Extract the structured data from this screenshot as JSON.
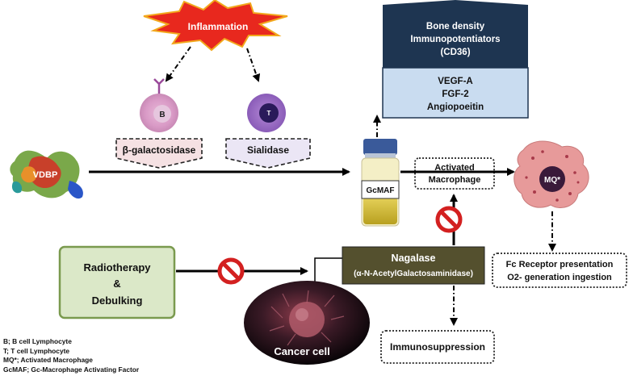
{
  "inflammation": {
    "label": "Inflammation"
  },
  "cells": {
    "b_cell": {
      "letter": "B",
      "enzyme": "β-galactosidase"
    },
    "t_cell": {
      "letter": "T",
      "enzyme": "Sialidase"
    }
  },
  "vdbp": {
    "label": "VDBP"
  },
  "gcmaf": {
    "label": "GcMAF"
  },
  "effects_box": {
    "top_lines": [
      "Bone density",
      "Immunopotentiators",
      "(CD36)"
    ],
    "bottom_lines": [
      "VEGF-A",
      "FGF-2",
      "Angiopoeitin"
    ]
  },
  "activated_macrophage": {
    "lines": [
      "Activated",
      "Macrophage"
    ]
  },
  "macrophage_cell": {
    "label": "MQ*"
  },
  "fc_box": {
    "lines": [
      "Fc Receptor presentation",
      "O2- generation ingestion"
    ]
  },
  "radiotherapy_box": {
    "lines": [
      "Radiotherapy",
      "&",
      "Debulking"
    ]
  },
  "nagalase": {
    "title": "Nagalase",
    "subtitle": "(α-N-AcetylGalactosaminidase)"
  },
  "cancer_cell": {
    "label": "Cancer cell"
  },
  "immunosuppression": {
    "label": "Immunosuppression"
  },
  "legend": [
    "B; B cell Lymphocyte",
    "T; T cell Lymphocyte",
    "MQ*; Activated Macrophage",
    "GcMAF; Gc-Macrophage Activating Factor"
  ],
  "colors": {
    "starburst": "#e8281e",
    "starburst_text": "#ffffff",
    "navy": "#1e3551",
    "light_blue": "#c9dcf0",
    "green_box": "#dbe8c8",
    "green_border": "#7a9a4e",
    "nagalase_bg": "#54502e",
    "forbidden": "#d32020",
    "macrophage": "#e79a9a"
  }
}
